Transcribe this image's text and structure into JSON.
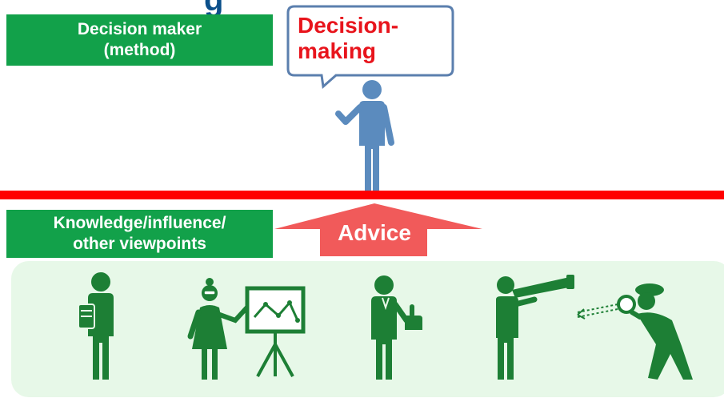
{
  "title_fragment": "g",
  "decision_maker_label": [
    "Decision maker",
    "(method)"
  ],
  "speech_bubble": [
    "Decision-",
    "making"
  ],
  "knowledge_label": [
    "Knowledge/influence/",
    "other viewpoints"
  ],
  "advice_label": "Advice",
  "colors": {
    "label_green": "#12a14a",
    "figure_green": "#1d7f35",
    "decision_maker_blue": "#5b8bbe",
    "bubble_border": "#5b7fae",
    "red_line": "#ff0000",
    "advice_arrow": "#f15a5a",
    "panel_bg": "#e7f8e8",
    "bubble_text": "#e8141c"
  },
  "advisor_icons": [
    "reader-with-book-icon",
    "presenter-with-chart-icon",
    "thumbs-up-person-icon",
    "telescope-observer-icon",
    "detective-with-magnifier-icon"
  ]
}
